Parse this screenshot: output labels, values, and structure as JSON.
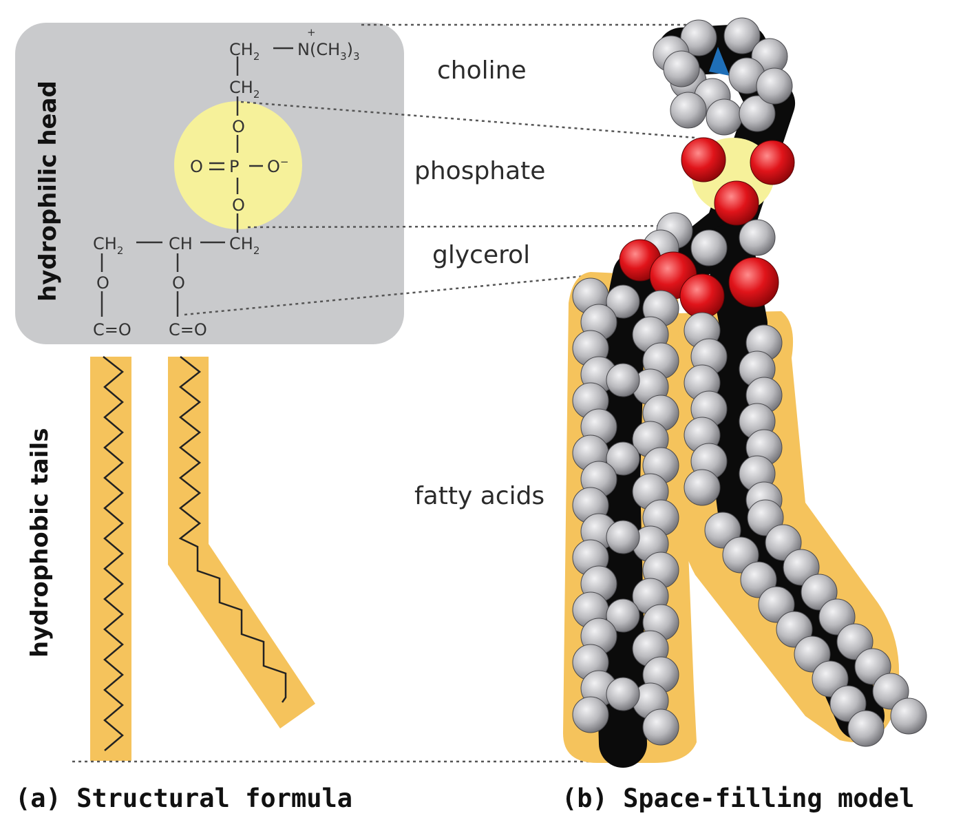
{
  "labels": {
    "choline": "choline",
    "phosphate": "phosphate",
    "glycerol": "glycerol",
    "fatty_acids": "fatty acids"
  },
  "side_labels": {
    "head": "hydrophilic head",
    "tails": "hydrophobic tails"
  },
  "captions": {
    "a": "(a) Structural formula",
    "b": "(b) Space-filling model"
  },
  "formula": {
    "ch2": "CH",
    "ch": "CH",
    "sub2": "2",
    "n_group": "N(CH",
    "n_sub": "3",
    "n_close": ")",
    "n_sub3": "3",
    "plus": "+",
    "o": "O",
    "p": "P",
    "o_minus": "O",
    "minus": "−",
    "c_eq_o": "C=O"
  },
  "colors": {
    "head_box": "#c9cacc",
    "phosphate_fill": "#f6f19a",
    "tail_band": "#f5c35c",
    "carbon": "#0b0b0b",
    "hydrogen": "#b9b9bd",
    "oxygen": "#e0141a",
    "nitrogen": "#1f6fb8"
  }
}
